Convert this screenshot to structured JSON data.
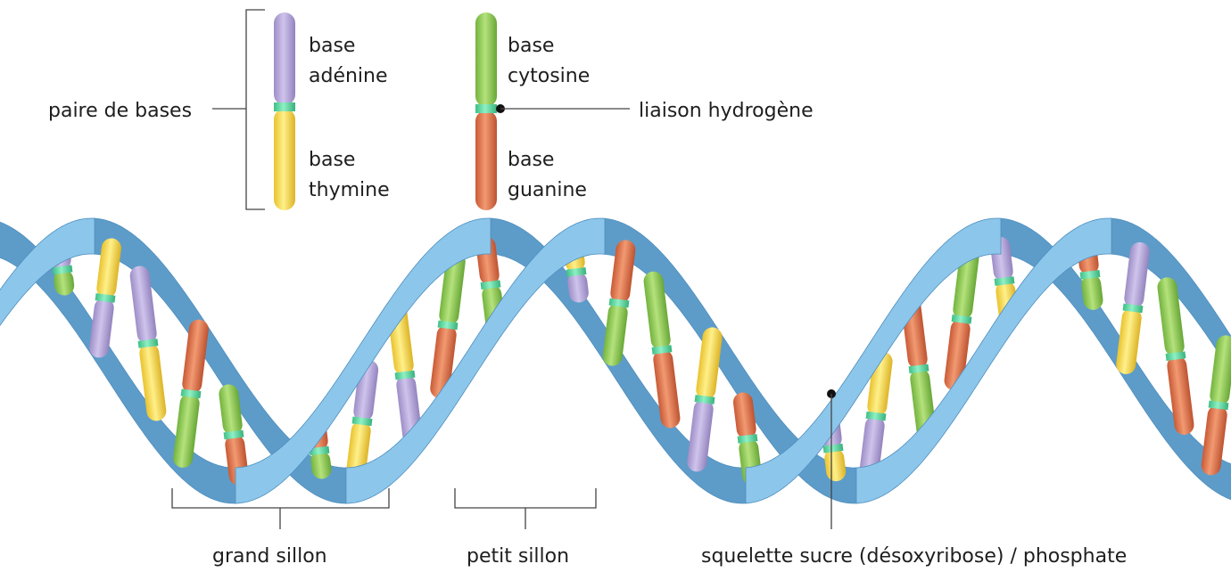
{
  "legend": {
    "pair_label": "paire de bases",
    "base_word": "base",
    "adenine": "adénine",
    "thymine": "thymine",
    "cytosine": "cytosine",
    "guanine": "guanine",
    "hydrogen_bond": "liaison hydrogène"
  },
  "labels": {
    "major_groove": "grand sillon",
    "minor_groove": "petit sillon",
    "backbone": "squelette sucre (désoxyribose) / phosphate"
  },
  "colors": {
    "adenine": "#b2a3d6",
    "thymine": "#f7d64a",
    "cytosine": "#8fcc57",
    "guanine": "#e0704a",
    "hydrogen_bond": "#5fd6a0",
    "backbone": "#8cc6ea",
    "backbone_dark": "#5d9cc9"
  }
}
